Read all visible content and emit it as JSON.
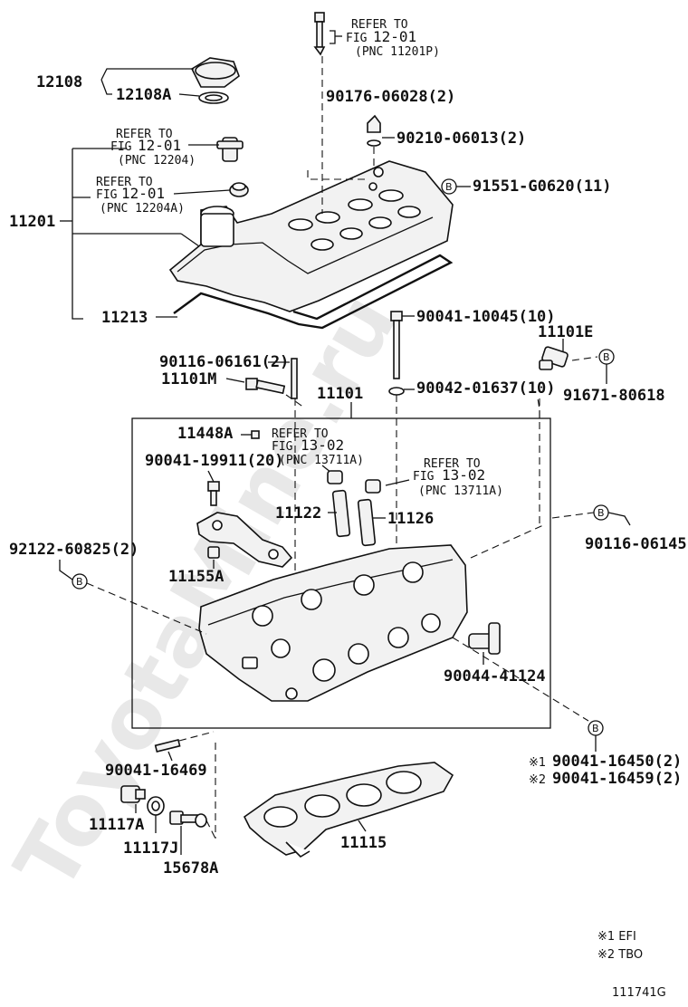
{
  "watermark": "ToyotaMine.ru",
  "labels": {
    "p12108": "12108",
    "p12108A": "12108A",
    "p11201": "11201",
    "p11213": "11213",
    "p90176": "90176-06028(2)",
    "p90210": "90210-06013(2)",
    "p91551": "91551-G0620(11)",
    "p90041_10045": "90041-10045(10)",
    "p11101E": "11101E",
    "p90116_06161": "90116-06161(2)",
    "p11101M": "11101M",
    "p11101": "11101",
    "p90042": "90042-01637(10)",
    "p91671": "91671-80618",
    "p11448A": "11448A",
    "p90041_19911": "90041-19911(20)",
    "p11122": "11122",
    "p11126": "11126",
    "p90116_06145": "90116-06145",
    "p92122": "92122-60825(2)",
    "p11155A": "11155A",
    "p90044": "90044-41124",
    "p90041_16469": "90041-16469",
    "p90041_16450": "90041-16450(2)",
    "p90041_16459": "90041-16459(2)",
    "p11117A": "11117A",
    "p11117J": "11117J",
    "p15678A": "15678A",
    "p11115": "11115"
  },
  "refs": {
    "r1": {
      "l1": "REFER TO",
      "l2a": "FIG",
      "l2b": "12-01",
      "l3": "(PNC 11201P)"
    },
    "r2": {
      "l1": "REFER TO",
      "l2a": "FIG",
      "l2b": "12-01",
      "l3": "(PNC 12204)"
    },
    "r3": {
      "l1": "REFER TO",
      "l2a": "FIG",
      "l2b": "12-01",
      "l3": "(PNC 12204A)"
    },
    "r4": {
      "l1": "REFER TO",
      "l2a": "FIG",
      "l2b": "13-02",
      "l3": "(PNC 13711A)"
    },
    "r5": {
      "l1": "REFER TO",
      "l2a": "FIG",
      "l2b": "13-02",
      "l3": "(PNC 13711A)"
    }
  },
  "marks": {
    "b": "B",
    "m1": "※1",
    "m2": "※2"
  },
  "notes": {
    "n1": "※1 EFI",
    "n2": "※2 TBO"
  },
  "figure_id": "111741G"
}
